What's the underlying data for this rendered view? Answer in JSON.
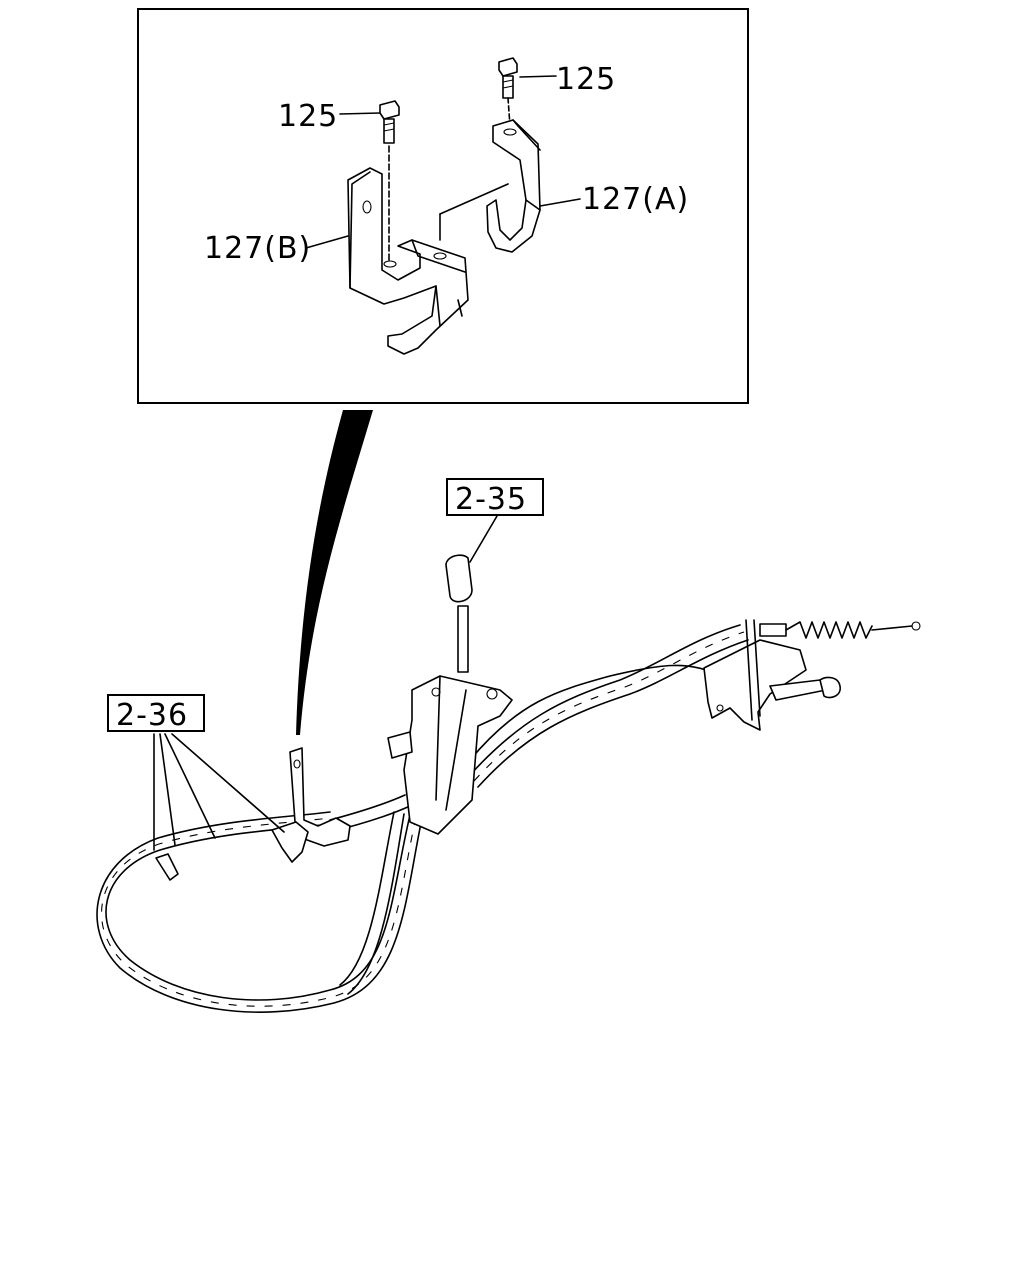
{
  "callouts": {
    "bolt_left": "125",
    "bolt_right": "125",
    "bracket_a": "127(A)",
    "bracket_b": "127(B)",
    "ref_knob": "2-35",
    "ref_cable": "2-36"
  }
}
